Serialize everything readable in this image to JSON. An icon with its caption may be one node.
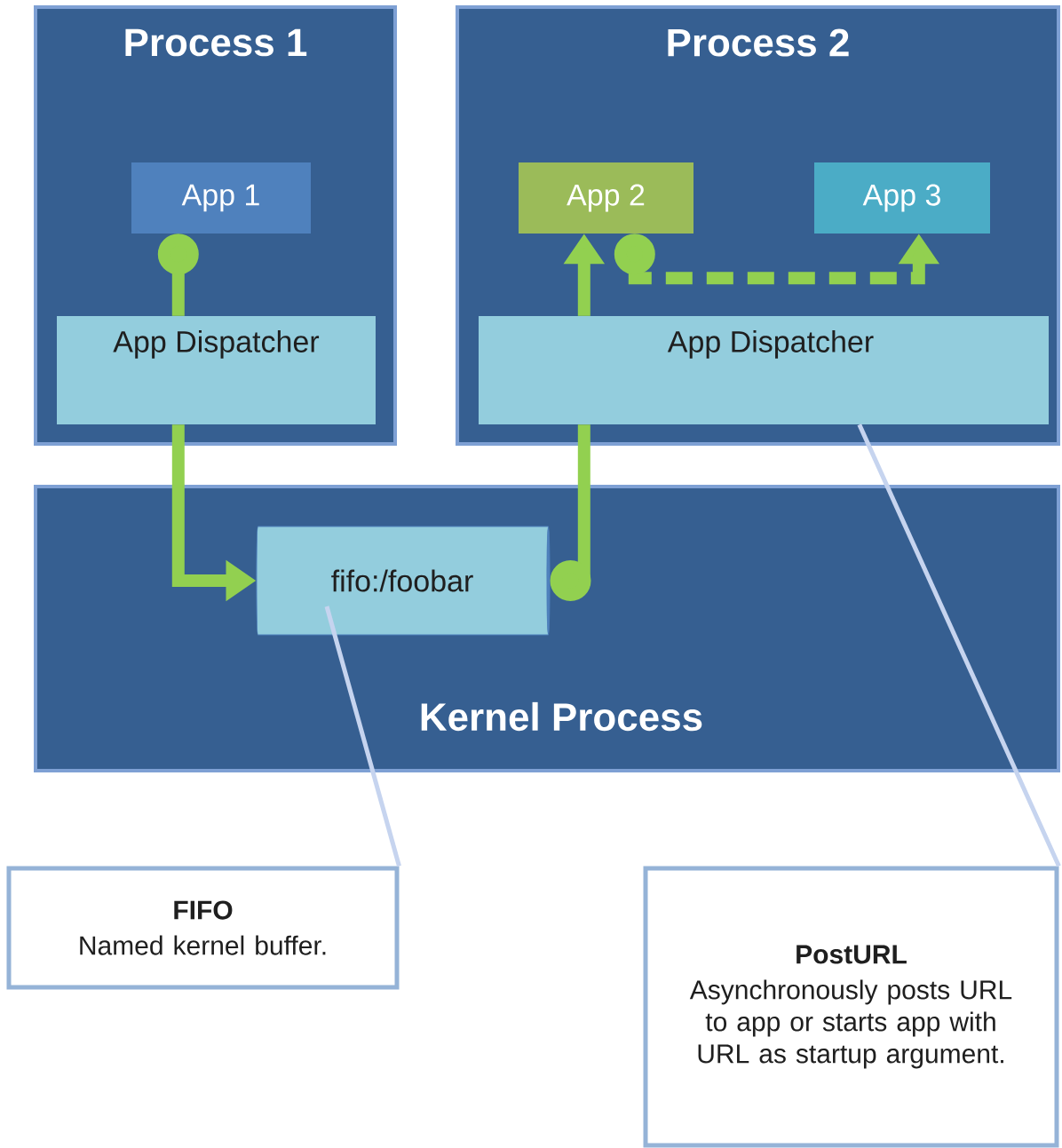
{
  "diagram": {
    "nodes": [
      {
        "text": [
          "Process 1"
        ]
      },
      {
        "text": [
          "App 1"
        ],
        "in": 0
      },
      {
        "text": [
          "App Dispatcher"
        ],
        "in": 0
      },
      {
        "text": [
          "Process 2"
        ]
      },
      {
        "text": [
          "App 2"
        ],
        "in": 3
      },
      {
        "text": [
          "App 3"
        ],
        "in": 3
      },
      {
        "text": [
          "App Dispatcher"
        ],
        "in": 3
      },
      {
        "text": [
          "Kernel Process"
        ]
      },
      {
        "text": [
          "fifo:/foobar"
        ],
        "in": 7
      },
      {
        "text": [
          "FIFO",
          "Named kernel buffer."
        ]
      },
      {
        "text": [
          "PostURL",
          "Asynchronously posts URL to app or starts app with URL as startup argument."
        ]
      }
    ],
    "edges": [
      {
        "from": 1,
        "to": 2,
        "arrow": "other"
      },
      {
        "from": 2,
        "to": 8,
        "arrow": "to"
      },
      {
        "from": 8,
        "to": 6,
        "arrow": "other"
      },
      {
        "from": 6,
        "to": 4,
        "arrow": "to"
      },
      {
        "from": 4,
        "to": 5,
        "arrow": "to",
        "style": "dashed"
      },
      {
        "from": 9,
        "to": 8,
        "arrow": "none",
        "color": "#c6d4ef"
      },
      {
        "from": 10,
        "to": 6,
        "arrow": "none",
        "color": "#c6d4ef"
      }
    ]
  }
}
